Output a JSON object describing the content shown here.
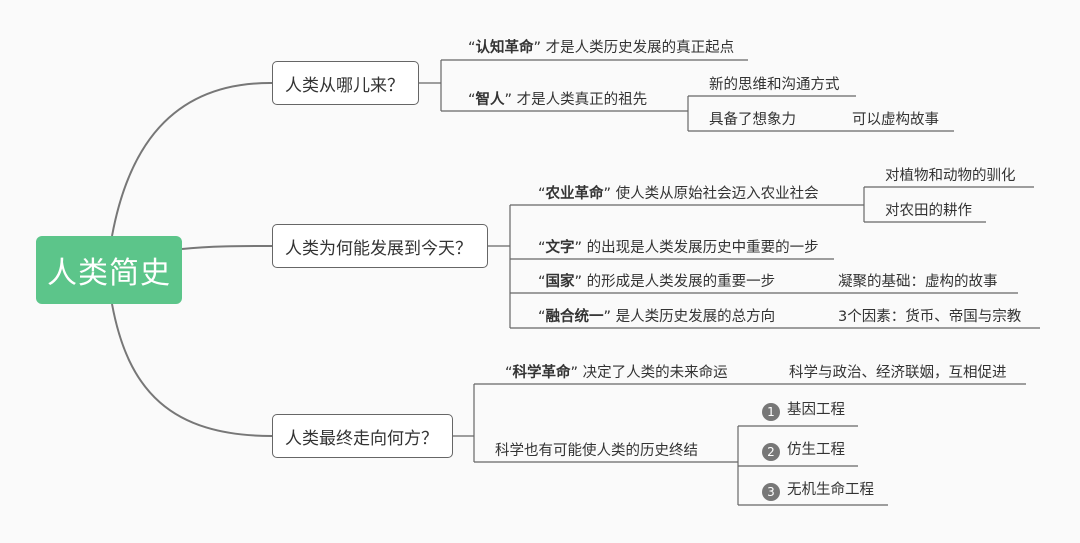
{
  "root": "人类简史",
  "branches": [
    {
      "label": "人类从哪儿来？",
      "items": [
        {
          "open_quote": "“",
          "keyword": "认知革命",
          "close_quote": "”",
          "text": "才是人类历史发展的真正起点"
        },
        {
          "open_quote": "“",
          "keyword": "智人",
          "close_quote": "”",
          "text": "才是人类真正的祖先",
          "children": [
            "新的思维和沟通方式",
            "具备了想象力"
          ],
          "grandchild": "可以虚构故事"
        }
      ]
    },
    {
      "label": "人类为何能发展到今天？",
      "items": [
        {
          "open_quote": "“",
          "keyword": "农业革命",
          "close_quote": "”",
          "text": "使人类从原始社会迈入农业社会",
          "children": [
            "对植物和动物的驯化",
            "对农田的耕作"
          ]
        },
        {
          "open_quote": "“",
          "keyword": "文字",
          "close_quote": "”",
          "text": "的出现是人类发展历史中重要的一步"
        },
        {
          "open_quote": "“",
          "keyword": "国家",
          "close_quote": "”",
          "text": "的形成是人类发展的重要一步",
          "child": "凝聚的基础：虚构的故事"
        },
        {
          "open_quote": "“",
          "keyword": "融合统一",
          "close_quote": "”",
          "text": "是人类历史发展的总方向",
          "child": "3个因素：货币、帝国与宗教"
        }
      ]
    },
    {
      "label": "人类最终走向何方？",
      "items": [
        {
          "open_quote": "“",
          "keyword": "科学革命",
          "close_quote": "”",
          "text": "决定了人类的未来命运",
          "child": "科学与政治、经济联姻，互相促进"
        },
        {
          "text": "科学也有可能使人类的历史终结",
          "numbered": [
            {
              "n": "1",
              "label": "基因工程"
            },
            {
              "n": "2",
              "label": "仿生工程"
            },
            {
              "n": "3",
              "label": "无机生命工程"
            }
          ]
        }
      ]
    }
  ],
  "colors": {
    "root": "#5cc58a",
    "line": "#666666",
    "root_curve": "#777777"
  }
}
